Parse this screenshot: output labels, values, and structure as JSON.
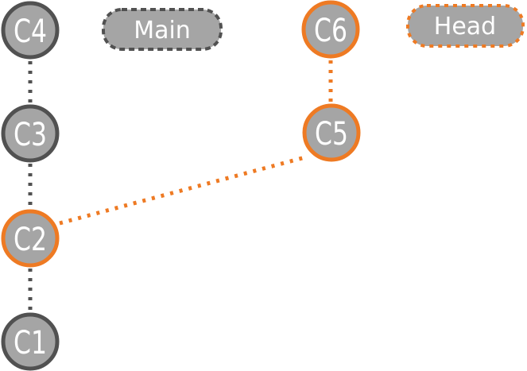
{
  "colors": {
    "background": "#ffffff",
    "node_fill": "#a5a5a5",
    "gray_stroke": "#515151",
    "orange_stroke": "#ee7a23",
    "label_text": "#ffffff"
  },
  "branch_labels": {
    "main": "Main",
    "head": "Head"
  },
  "nodes": {
    "c1": {
      "label": "C1",
      "style": "gray"
    },
    "c2": {
      "label": "C2",
      "style": "orange"
    },
    "c3": {
      "label": "C3",
      "style": "gray"
    },
    "c4": {
      "label": "C4",
      "style": "gray"
    },
    "c5": {
      "label": "C5",
      "style": "orange"
    },
    "c6": {
      "label": "C6",
      "style": "orange"
    }
  },
  "edges": [
    {
      "from": "C4",
      "to": "C3",
      "style": "gray-dotted"
    },
    {
      "from": "C3",
      "to": "C2",
      "style": "gray-dotted"
    },
    {
      "from": "C2",
      "to": "C1",
      "style": "gray-dotted"
    },
    {
      "from": "C6",
      "to": "C5",
      "style": "orange-dotted"
    },
    {
      "from": "C5",
      "to": "C2",
      "style": "orange-dotted"
    }
  ]
}
